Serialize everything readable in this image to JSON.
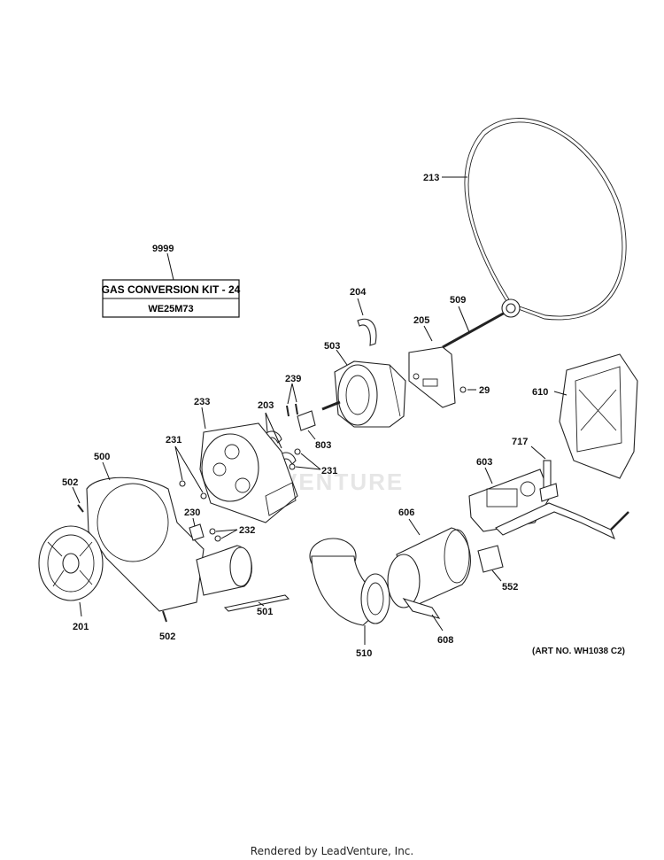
{
  "watermark": "VENTURE",
  "kit": {
    "number": "9999",
    "title": "GAS CONVERSION KIT - 24",
    "part_no": "WE25M73"
  },
  "art_number": "(ART NO. WH1038 C2)",
  "footer": "Rendered by LeadVenture, Inc.",
  "labels": {
    "p213": "213",
    "p204": "204",
    "p509": "509",
    "p205": "205",
    "p503": "503",
    "p29": "29",
    "p239": "239",
    "p610": "610",
    "p233": "233",
    "p203": "203",
    "p803": "803",
    "p717": "717",
    "p231a": "231",
    "p231b": "231",
    "p500": "500",
    "p603": "603",
    "p502a": "502",
    "p230": "230",
    "p232": "232",
    "p606": "606",
    "p552": "552",
    "p501": "501",
    "p201": "201",
    "p502b": "502",
    "p608": "608",
    "p510": "510"
  }
}
